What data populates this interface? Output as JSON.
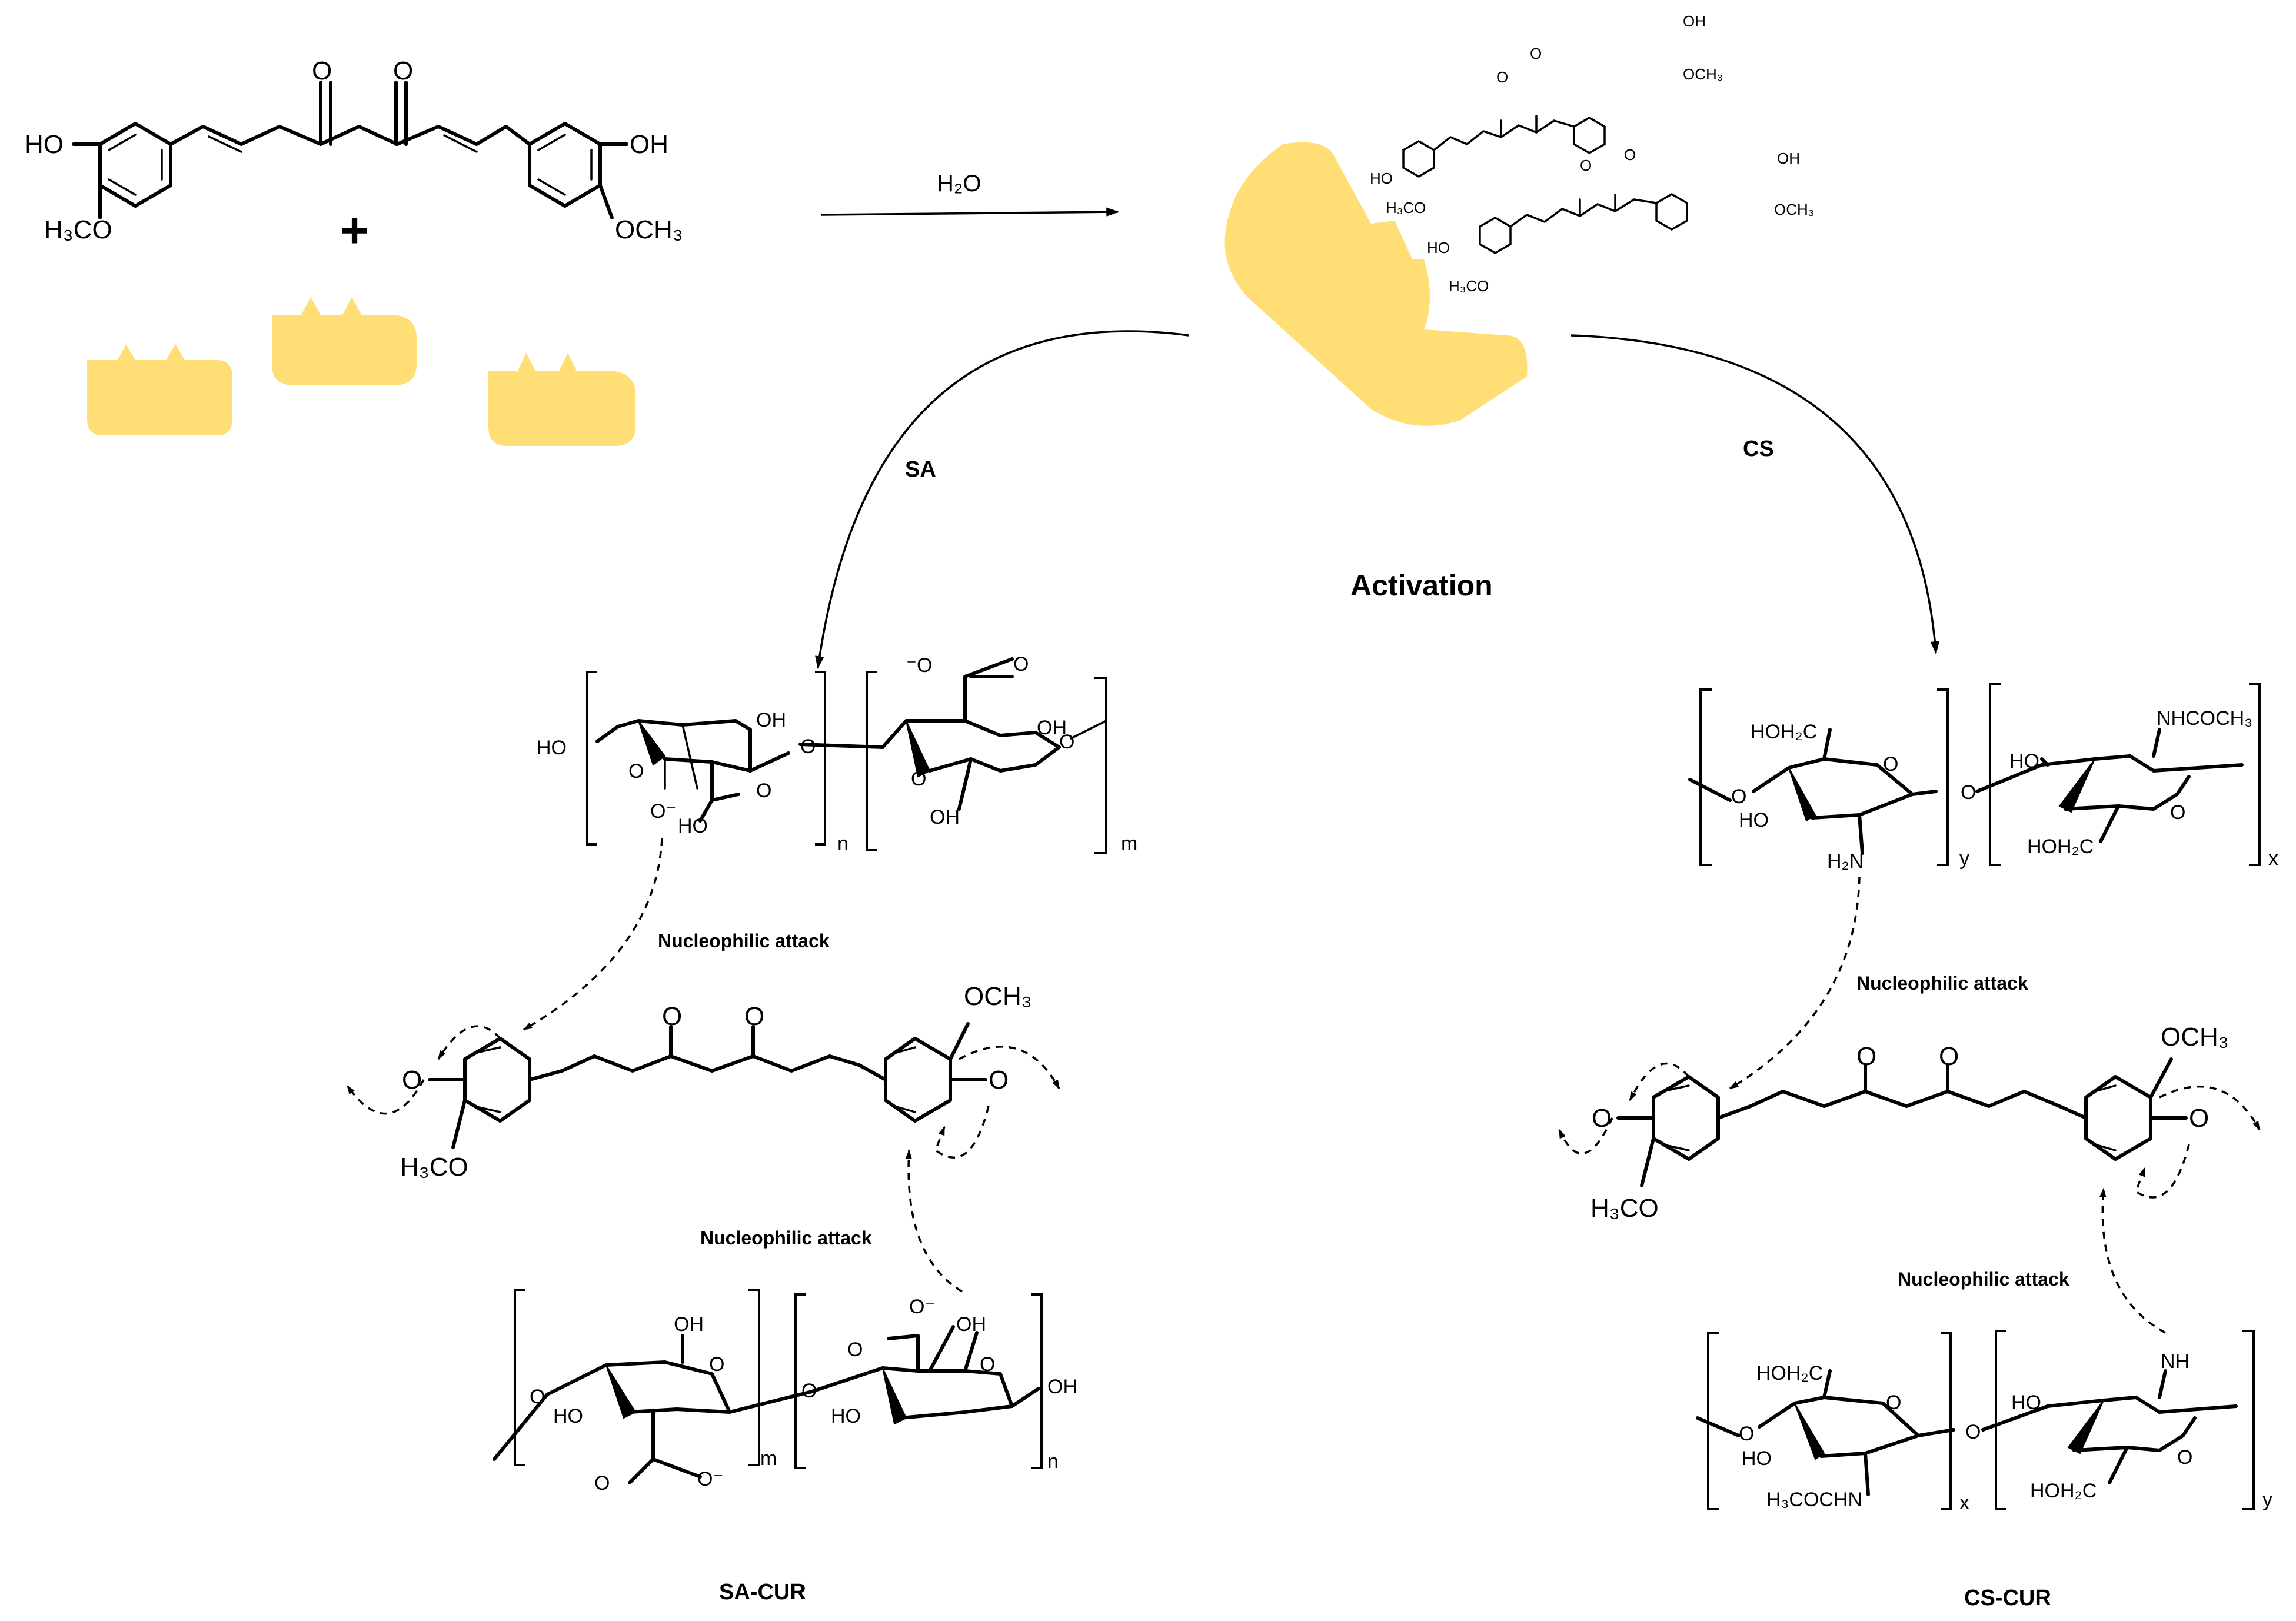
{
  "colors": {
    "protein": "#FFDF75",
    "ink": "#000000"
  },
  "plus": "+",
  "reagent": "H₂O",
  "activation": "Activation",
  "path_left": "SA",
  "path_right": "CS",
  "nucleophilic": "Nucleophilic attack",
  "product_left": "SA-CUR",
  "product_right": "CS-CUR",
  "curcumin": {
    "ho": "HO",
    "oh": "OH",
    "h3co": "H₃CO",
    "och3": "OCH₃",
    "o": "O"
  },
  "sa": {
    "ho": "HO",
    "oh": "OH",
    "o": "O",
    "o_minus": "O⁻",
    "minus_o": "⁻O",
    "n": "n",
    "m": "m"
  },
  "cs": {
    "hoh2c": "HOH₂C",
    "ho": "HO",
    "h2n": "H₂N",
    "nhcoch3": "NHCOCH₃",
    "h3cochn": "H₃COCHN",
    "nh": "NH",
    "o": "O",
    "x": "x",
    "y": "y"
  }
}
